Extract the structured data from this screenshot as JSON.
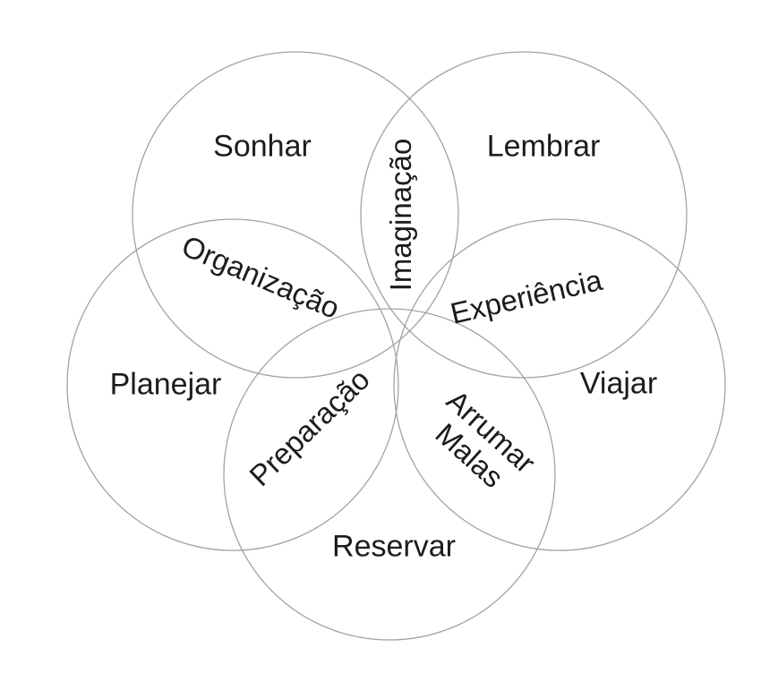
{
  "diagram": {
    "type": "venn-flower-5",
    "colors": {
      "background": "#ffffff",
      "circle_stroke": "#a2a2a2",
      "text": "#1c1c1c"
    },
    "circles": [
      {
        "id": "sonhar",
        "label": "Sonhar"
      },
      {
        "id": "lembrar",
        "label": "Lembrar"
      },
      {
        "id": "planejar",
        "label": "Planejar"
      },
      {
        "id": "viajar",
        "label": "Viajar"
      },
      {
        "id": "reservar",
        "label": "Reservar"
      }
    ],
    "overlaps": [
      {
        "id": "imaginacao",
        "label": "Imaginação",
        "between": [
          "Sonhar",
          "Lembrar"
        ]
      },
      {
        "id": "organizacao",
        "label": "Organização",
        "between": [
          "Sonhar",
          "Planejar"
        ]
      },
      {
        "id": "experiencia",
        "label": "Experiência",
        "between": [
          "Lembrar",
          "Viajar"
        ]
      },
      {
        "id": "preparacao",
        "label": "Preparação",
        "between": [
          "Planejar",
          "Reservar"
        ]
      },
      {
        "id": "arrumar_malas",
        "label": "Arrumar Malas",
        "lines": [
          "Arrumar",
          "Malas"
        ],
        "between": [
          "Viajar",
          "Reservar"
        ]
      }
    ]
  }
}
